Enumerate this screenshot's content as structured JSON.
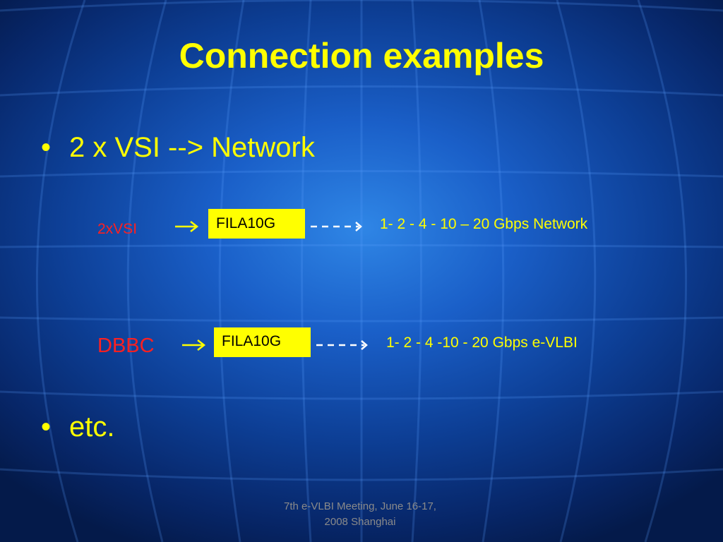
{
  "slide": {
    "title": "Connection examples",
    "bullets": [
      {
        "symbol": "•",
        "text": "2 x VSI --> Network"
      },
      {
        "symbol": "•",
        "text": "etc."
      }
    ],
    "rows": [
      {
        "source": "2xVSI",
        "box": "FILA10G",
        "target": "1- 2 - 4 - 10 – 20 Gbps Network"
      },
      {
        "source": "DBBC",
        "box": "FILA10G",
        "target": "1- 2 - 4 -10 - 20 Gbps  e-VLBI"
      }
    ],
    "footer": {
      "line1": "7th e-VLBI Meeting, June 16-17,",
      "line2": "2008 Shanghai"
    }
  },
  "colors": {
    "accent": "#ffff00",
    "source_text": "#ff2020",
    "background": "#1a5fc8"
  }
}
